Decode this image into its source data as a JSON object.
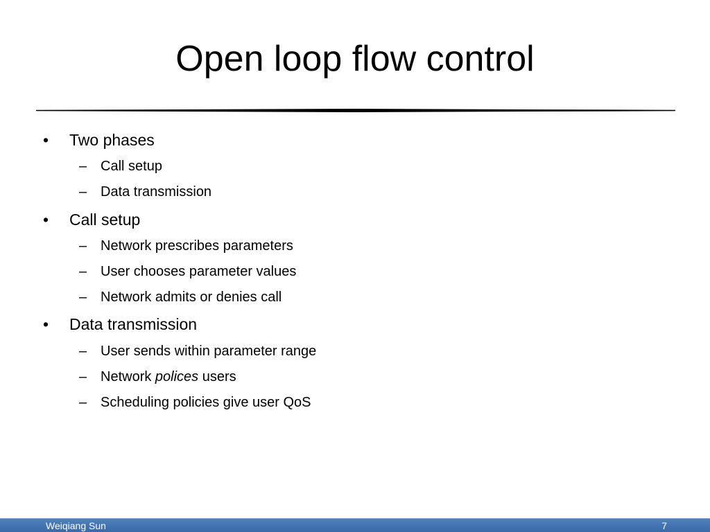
{
  "slide": {
    "title": "Open loop flow control",
    "bullets": [
      {
        "text": "Two phases",
        "subitems": [
          "Call setup",
          "Data transmission"
        ]
      },
      {
        "text": "Call setup",
        "subitems": [
          "Network prescribes parameters",
          "User chooses parameter values",
          "Network admits or denies call"
        ]
      },
      {
        "text": "Data transmission",
        "subitems": [
          "User sends within parameter range",
          "Network",
          "Scheduling policies give user QoS"
        ]
      }
    ],
    "emphasis": {
      "polices": "polices",
      "users": " users"
    },
    "bullet_glyph": "•",
    "dash_glyph": "–"
  },
  "footer": {
    "author": "Weiqiang Sun",
    "page_number": "7",
    "color": "#4f81bd"
  }
}
